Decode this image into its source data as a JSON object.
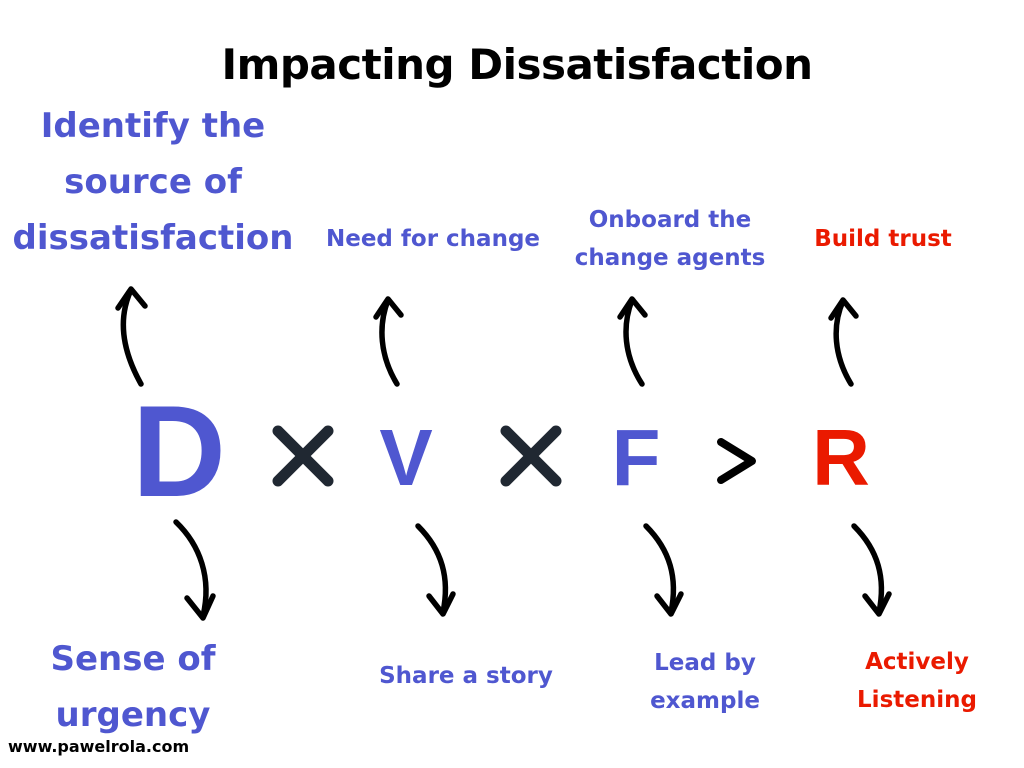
{
  "title": "Impacting Dissatisfaction",
  "colors": {
    "blue": "#4f57d0",
    "red": "#ea1a00",
    "ink": "#000000",
    "operator": "#202832"
  },
  "formula": {
    "d": "D",
    "v": "V",
    "f": "F",
    "r": "R",
    "op1": "times-symbol",
    "op2": "times-symbol",
    "op3": "greater-than-symbol"
  },
  "top_notes": {
    "d_line1": "Identify the",
    "d_line2": "source of",
    "d_line3": "dissatisfaction",
    "v": "Need for change",
    "f_line1": "Onboard the",
    "f_line2": "change agents",
    "r": "Build trust"
  },
  "bottom_notes": {
    "d_line1": "Sense of",
    "d_line2": "urgency",
    "v": "Share a story",
    "f_line1": "Lead by",
    "f_line2": "example",
    "r_line1": "Actively",
    "r_line2": "Listening"
  },
  "footer": "www.pawelrola.com"
}
